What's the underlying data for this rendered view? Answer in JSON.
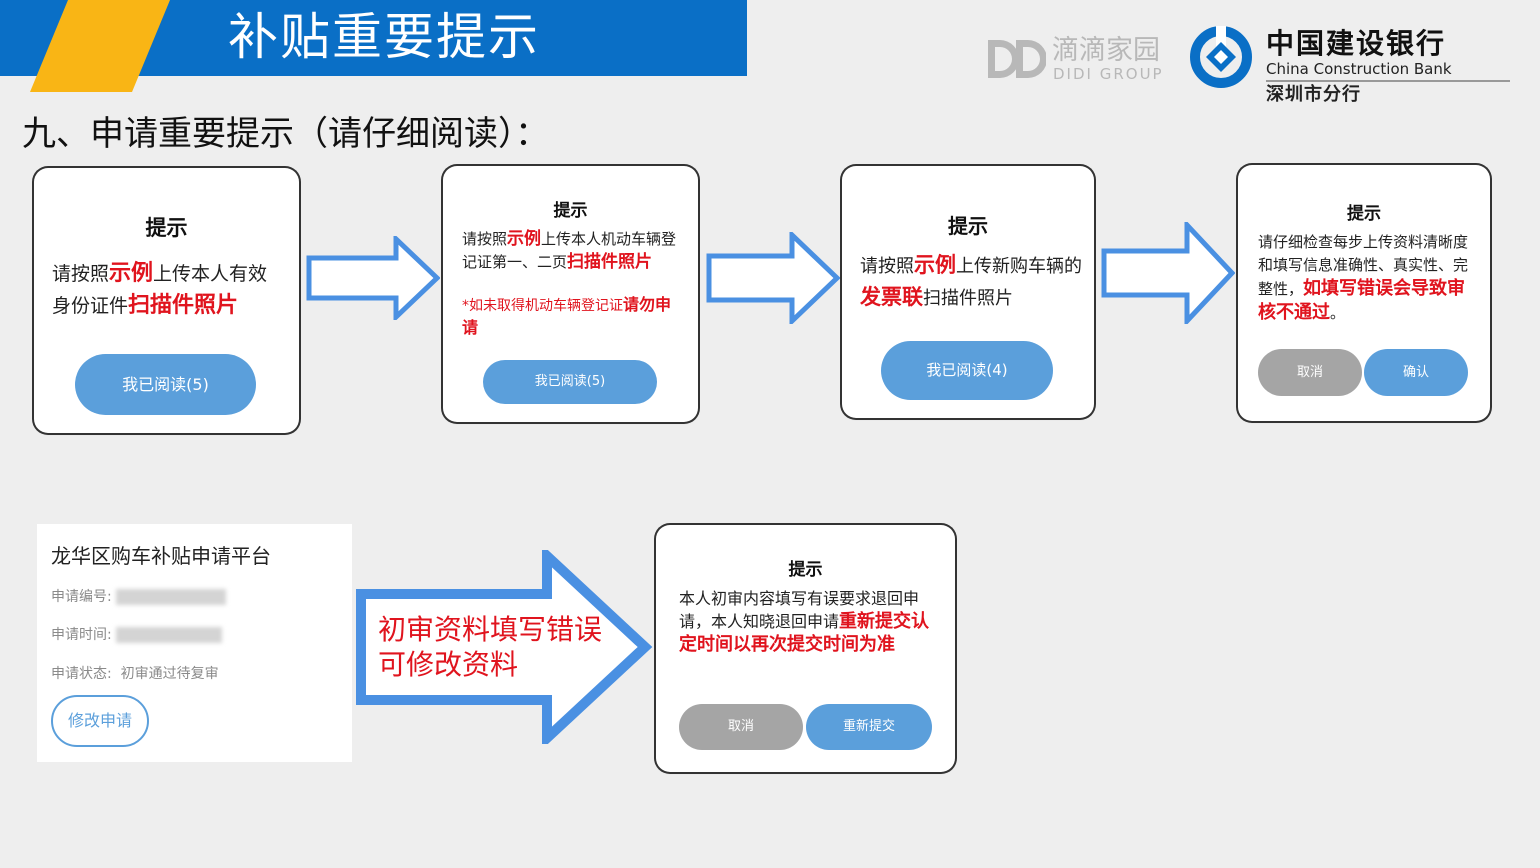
{
  "header": {
    "title": "补贴重要提示",
    "didi_cn": "滴滴家园",
    "didi_en": "DIDI GROUP",
    "ccb_cn": "中国建设银行",
    "ccb_en": "China Construction Bank",
    "ccb_branch": "深圳市分行"
  },
  "section_heading": "九、申请重要提示（请仔细阅读）：",
  "step1": {
    "title": "提示",
    "t1": "请按照",
    "r1": "示例",
    "t2": "上传本人有效身份证件",
    "r2": "扫描件照片",
    "button": "我已阅读(5)"
  },
  "step2": {
    "title": "提示",
    "t1": "请按照",
    "r1": "示例",
    "t2": "上传本人机动车辆登记证第一、二页",
    "r2": "扫描件照片",
    "note_plain": "*如未取得机动车辆登记证",
    "note_bold": "请勿申请",
    "button": "我已阅读(5)"
  },
  "step3": {
    "title": "提示",
    "t1": "请按照",
    "r1": "示例",
    "t2": "上传新购车辆的",
    "r2": "发票联",
    "t3": "扫描件照片",
    "button": "我已阅读(4)"
  },
  "step4": {
    "title": "提示",
    "t1": "请仔细检查每步上传资料清晰度和填写信息准确性、真实性、完整性，",
    "r1": "如填写错误会导致审核不通过",
    "t2": "。",
    "cancel": "取消",
    "confirm": "确认"
  },
  "platform": {
    "title": "龙华区购车补贴申请平台",
    "id_label": "申请编号:",
    "time_label": "申请时间:",
    "status_label": "申请状态:",
    "status_value": "初审通过待复审",
    "edit_button": "修改申请"
  },
  "arrow_label": {
    "line1": "初审资料填写错误",
    "line2": "可修改资料"
  },
  "step5": {
    "title": "提示",
    "t1": "本人初审内容填写有误要求退回申请，本人知晓退回申请",
    "r1": "重新提交认定时间以再次提交时间为准",
    "cancel": "取消",
    "resubmit": "重新提交"
  },
  "colors": {
    "banner_blue": "#0a6fc6",
    "accent_yellow": "#f9b515",
    "arrow_blue": "#4a90e2",
    "highlight_red": "#e0141e",
    "button_blue": "#5b9fdb",
    "button_gray": "#a5a5a5"
  }
}
